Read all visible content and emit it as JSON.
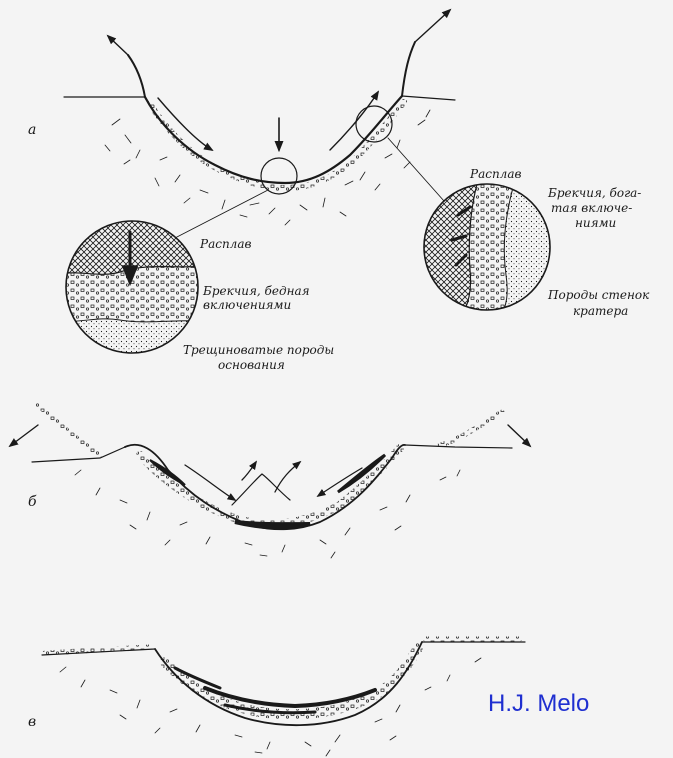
{
  "panels": {
    "a": {
      "letter": "а",
      "inset_left": {
        "melt": "Расплав",
        "breccia_line1": "Брекчия, бедная",
        "breccia_line2": "включениями",
        "basement_line1": "Трещиноватые породы",
        "basement_line2": "основания"
      },
      "inset_right": {
        "melt": "Расплав",
        "breccia_line1": "Брекчия, бога-",
        "breccia_line2": "тая включе-",
        "breccia_line3": "ниями",
        "wall_line1": "Породы стенок",
        "wall_line2": "кратера"
      }
    },
    "b": {
      "letter": "б"
    },
    "c": {
      "letter": "в"
    }
  },
  "credit": {
    "text": "H.J. Melo",
    "color": "#1f2fd0"
  },
  "colors": {
    "ink": "#1a1a1a",
    "background": "#f4f4f4"
  }
}
